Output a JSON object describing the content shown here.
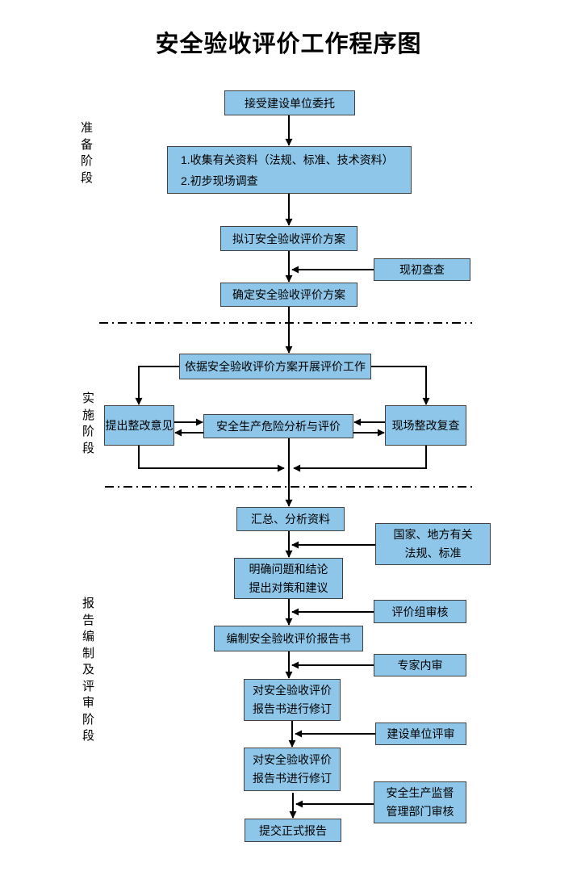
{
  "title": "安全验收评价工作程序图",
  "stages": {
    "prep": "准备阶段",
    "impl": "实施阶段",
    "report": "报告编制及评审阶段"
  },
  "boxes": {
    "accept": "接受建设单位委托",
    "collect": "1.收集有关资料（法规、标准、技术资料）\n2.初步现场调查",
    "draft_plan": "拟订安全验收评价方案",
    "initial_check": "现初查查",
    "confirm_plan": "确定安全验收评价方案",
    "carry_out": "依据安全验收评价方案开展评价工作",
    "rectify_opinion": "提出整改意见",
    "hazard_analysis": "安全生产危险分析与评价",
    "site_recheck": "现场整改复查",
    "summarize": "汇总、分析资料",
    "regulations": "国家、地方有关\n法规、标准",
    "clarify": "明确问题和结论\n提出对策和建议",
    "review_team": "评价组审核",
    "compile_report": "编制安全验收评价报告书",
    "expert_audit": "专家内审",
    "revise1": "对安全验收评价\n报告书进行修订",
    "owner_review": "建设单位评审",
    "revise2": "对安全验收评价\n报告书进行修订",
    "authority": "安全生产监督\n管理部门审核",
    "submit": "提交正式报告"
  },
  "colors": {
    "box_fill": "#8DC6E8",
    "box_border": "#404040",
    "line": "#000000",
    "background": "#ffffff"
  }
}
